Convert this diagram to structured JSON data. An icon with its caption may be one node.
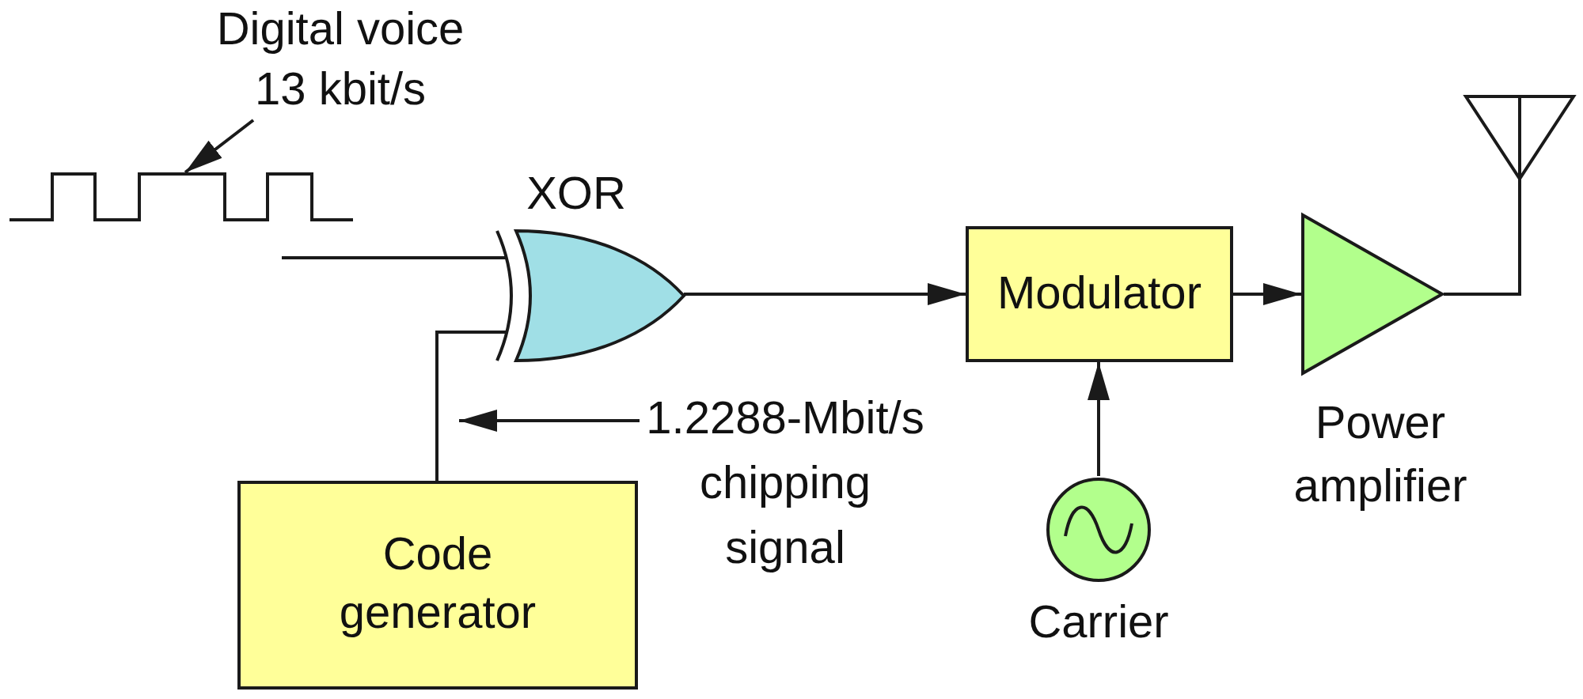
{
  "diagram": {
    "nodes": [
      {
        "text": [
          "Digital voice 13 kbit/s"
        ]
      },
      {
        "text": [],
        "shape": "waveform"
      },
      {
        "text": [
          "XOR"
        ]
      },
      {
        "text": [
          "Modulator"
        ]
      },
      {
        "text": [],
        "shape": "antenna"
      },
      {
        "text": [
          "Power amplifier"
        ]
      },
      {
        "text": [
          "1.2288-Mbit/s chipping signal"
        ]
      },
      {
        "text": [
          "Code generator"
        ]
      },
      {
        "text": [
          "Carrier"
        ]
      }
    ],
    "edges": [
      {
        "from": null,
        "to": 2,
        "arrow": "none"
      },
      {
        "from": 7,
        "to": 2,
        "arrow": "none"
      },
      {
        "from": 2,
        "to": 3,
        "arrow": "to"
      },
      {
        "from": 3,
        "to": 5,
        "arrow": "to"
      },
      {
        "from": 8,
        "to": 3,
        "arrow": "to"
      },
      {
        "from": 5,
        "to": 4,
        "arrow": "none"
      },
      {
        "from": 0,
        "to": 1,
        "arrow": "to"
      },
      {
        "from": 6,
        "to": null,
        "arrow": "to"
      }
    ]
  }
}
